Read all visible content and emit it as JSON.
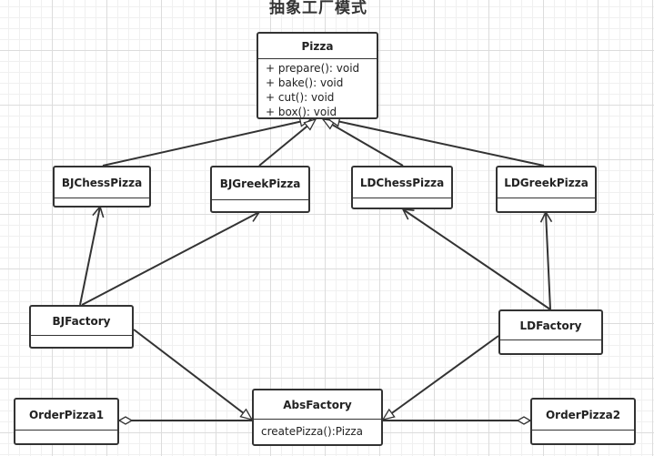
{
  "title": "抽象工厂模式",
  "classes": {
    "pizza": {
      "name": "Pizza",
      "methods": [
        "+ prepare(): void",
        "+ bake(): void",
        "+ cut(): void",
        "+ box(): void"
      ]
    },
    "bj_chess": {
      "name": "BJChessPizza"
    },
    "bj_greek": {
      "name": "BJGreekPizza"
    },
    "ld_chess": {
      "name": "LDChessPizza"
    },
    "ld_greek": {
      "name": "LDGreekPizza"
    },
    "bj_factory": {
      "name": "BJFactory"
    },
    "ld_factory": {
      "name": "LDFactory"
    },
    "abs_factory": {
      "name": "AbsFactory",
      "methods": [
        "createPizza():Pizza"
      ]
    },
    "order1": {
      "name": "OrderPizza1"
    },
    "order2": {
      "name": "OrderPizza2"
    }
  },
  "colors": {
    "stroke": "#333333",
    "grid": "#dcdcdc",
    "background": "#ffffff"
  }
}
